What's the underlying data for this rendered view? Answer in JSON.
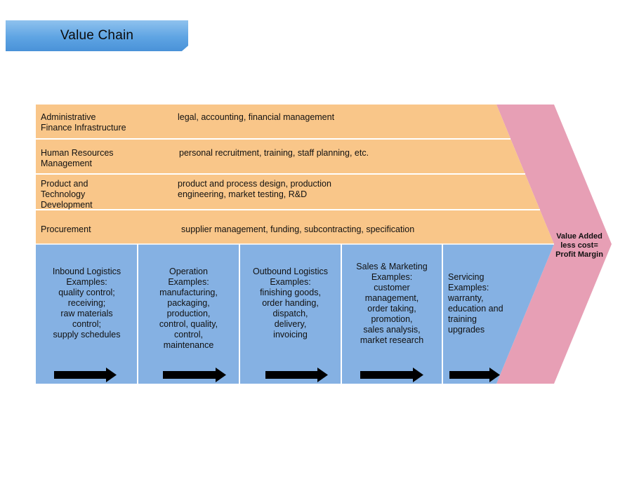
{
  "title": "Value Chain",
  "support_activities": [
    {
      "name": "Administrative\nFinance Infrastructure",
      "description": "legal, accounting, financial management"
    },
    {
      "name": "Human Resources\nManagement",
      "description": "personal recruitment, training, staff planning, etc."
    },
    {
      "name": "Product and\nTechnology\nDevelopment",
      "description": "product and process design, production\nengineering, market testing,  R&D"
    },
    {
      "name": "Procurement",
      "description": "supplier management, funding, subcontracting,  specification"
    }
  ],
  "primary_activities": [
    {
      "text": "Inbound Logistics\nExamples:\nquality control;\nreceiving;\nraw materials\ncontrol;\nsupply schedules"
    },
    {
      "text": "Operation\nExamples:\nmanufacturing,\npackaging,\nproduction,\ncontrol, quality,\ncontrol,\nmaintenance"
    },
    {
      "text": "Outbound Logistics\nExamples:\nfinishing goods,\norder handing,\ndispatch,\ndelivery,\ninvoicing"
    },
    {
      "text": "Sales &  Marketing\nExamples:\ncustomer\nmanagement,\norder taking,\npromotion,\nsales analysis,\nmarket research"
    },
    {
      "text": "Servicing\nExamples:\nwarranty,\neducation and\ntraining\nupgrades"
    }
  ],
  "margin_label": "Value Added\nless cost=\nProfit Margin",
  "colors": {
    "support_fill": "#f9c689",
    "primary_fill": "#85b1e3",
    "margin_fill": "#e79fb5",
    "banner_fill": "#5ea4e3",
    "arrow": "#000000"
  }
}
